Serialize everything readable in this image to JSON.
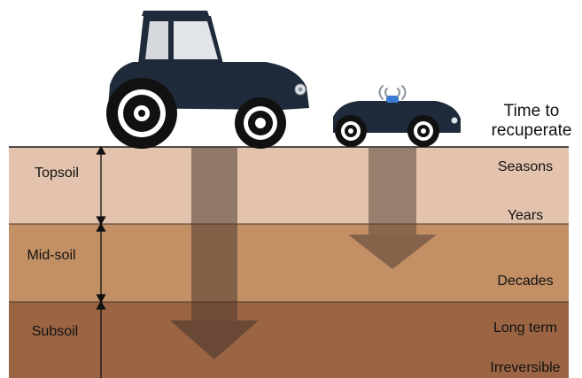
{
  "header": {
    "line1": "Time to",
    "line2": "recuperate"
  },
  "layers": [
    {
      "name": "Topsoil",
      "color": "#e3c3ae"
    },
    {
      "name": "Mid-soil",
      "color": "#c39066"
    },
    {
      "name": "Subsoil",
      "color": "#9b6543"
    }
  ],
  "recovery_times": [
    "Seasons",
    "Years",
    "Decades",
    "Long term",
    "Irreversible"
  ],
  "colors": {
    "vehicle_body": "#1f2b3a",
    "tire": "#111111",
    "big_arrow": "#4e3b2f",
    "small_arrow": "#5b4537",
    "sensor_light": "#3a7bd5"
  },
  "icons": {
    "tractor": "heavy-tractor-icon",
    "robot": "small-autonomous-robot-icon",
    "signal": "wireless-signal-icon"
  }
}
